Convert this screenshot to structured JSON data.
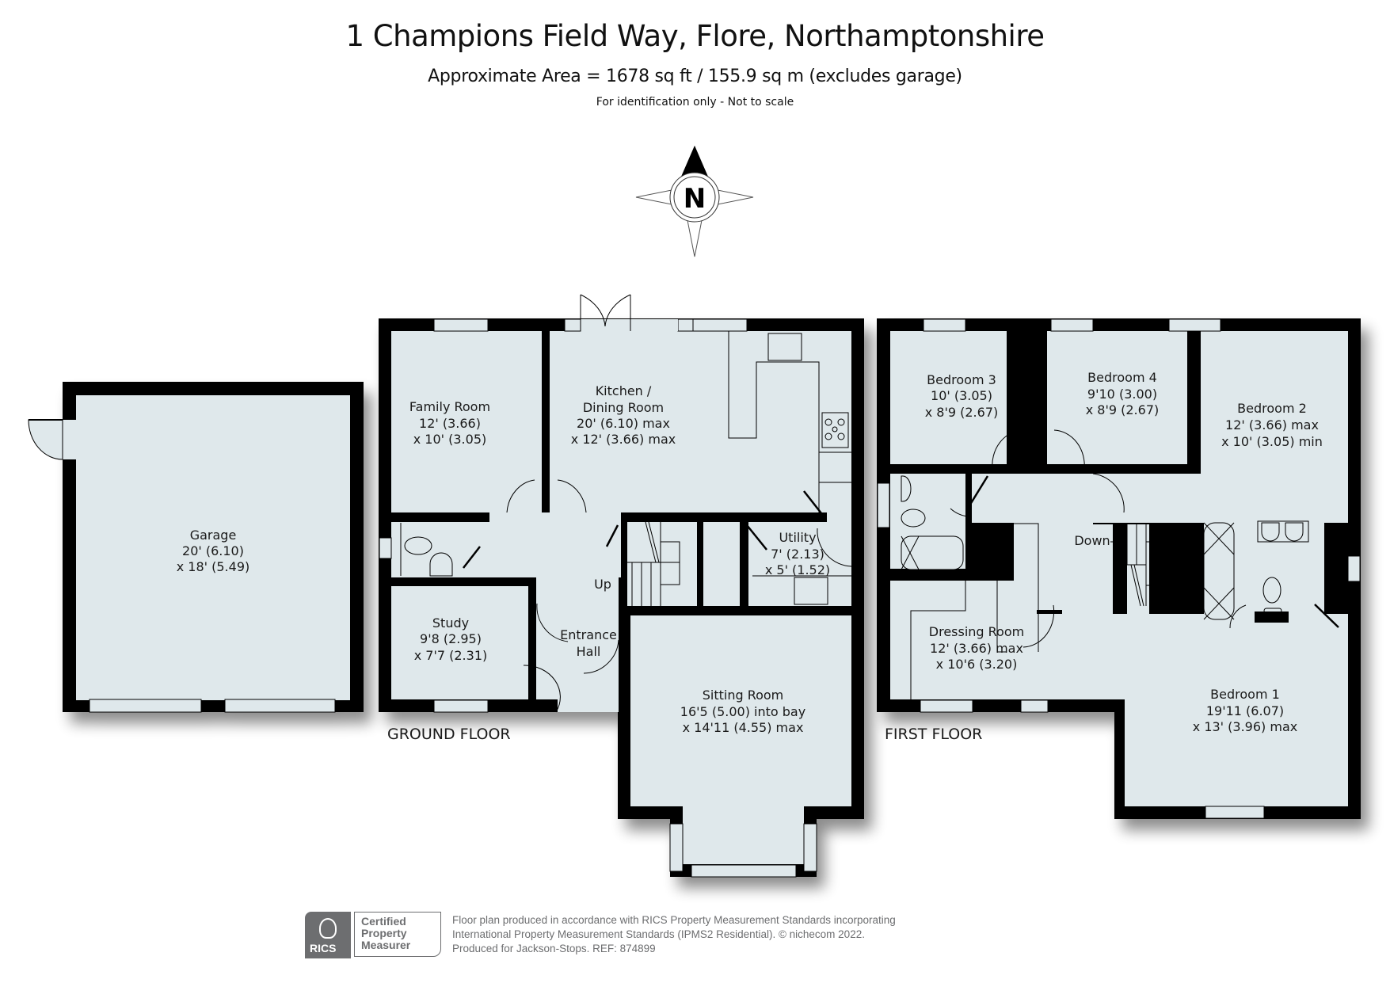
{
  "header": {
    "title": "1 Champions Field Way, Flore, Northamptonshire",
    "area": "Approximate Area = 1678 sq ft / 155.9 sq m (excludes garage)",
    "disclaimer": "For identification only - Not to scale"
  },
  "compass": {
    "letter": "N",
    "icon": "compass-rose-icon"
  },
  "colors": {
    "wall": "#000000",
    "floor": "#dfe8eb",
    "text": "#1a1a1a",
    "footer_grey": "#6d6e70"
  },
  "floors": {
    "garage": {
      "rooms": [
        {
          "name": "Garage",
          "dim1": "20' (6.10)",
          "dim2": "x 18' (5.49)"
        }
      ]
    },
    "ground": {
      "label": "GROUND FLOOR",
      "rooms": [
        {
          "name": "Family Room",
          "dim1": "12' (3.66)",
          "dim2": "x 10' (3.05)"
        },
        {
          "name": "Kitchen /",
          "name2": "Dining Room",
          "dim1": "20' (6.10) max",
          "dim2": "x 12' (3.66) max"
        },
        {
          "name": "Utility",
          "dim1": "7' (2.13)",
          "dim2": "x 5' (1.52)"
        },
        {
          "name": "Study",
          "dim1": "9'8 (2.95)",
          "dim2": "x 7'7 (2.31)"
        },
        {
          "name": "Entrance",
          "name2": "Hall"
        },
        {
          "name": "Sitting Room",
          "dim1": "16'5 (5.00) into bay",
          "dim2": "x 14'11 (4.55) max"
        }
      ],
      "stairs_label": "Up"
    },
    "first": {
      "label": "FIRST FLOOR",
      "rooms": [
        {
          "name": "Bedroom 3",
          "dim1": "10' (3.05)",
          "dim2": "x 8'9 (2.67)"
        },
        {
          "name": "Bedroom 4",
          "dim1": "9'10 (3.00)",
          "dim2": "x 8'9 (2.67)"
        },
        {
          "name": "Bedroom 2",
          "dim1": "12' (3.66) max",
          "dim2": "x 10' (3.05) min"
        },
        {
          "name": "Dressing Room",
          "dim1": "12' (3.66) max",
          "dim2": "x 10'6 (3.20)"
        },
        {
          "name": "Bedroom 1",
          "dim1": "19'11 (6.07)",
          "dim2": "x 13' (3.96) max"
        }
      ],
      "stairs_label": "Down"
    }
  },
  "footer": {
    "badge_rics": "RICS",
    "badge_lines": [
      "Certified",
      "Property",
      "Measurer"
    ],
    "lines": [
      "Floor plan produced in accordance with RICS Property Measurement Standards incorporating",
      "International Property Measurement Standards (IPMS2 Residential).   © nichecom 2022.",
      "Produced for Jackson-Stops.   REF:  874899"
    ]
  }
}
